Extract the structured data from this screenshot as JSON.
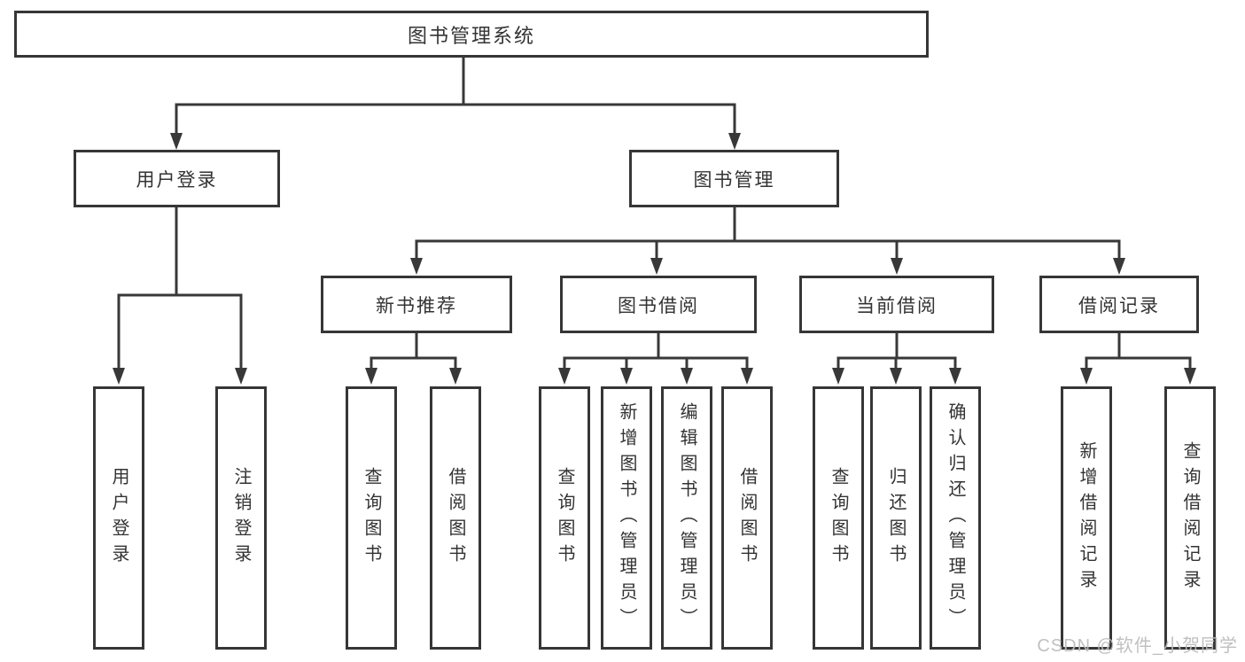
{
  "nodes": {
    "root": "图书管理系统",
    "user_login": "用户登录",
    "book_management": "图书管理",
    "new_book_recommend": "新书推荐",
    "book_borrow": "图书借阅",
    "current_borrow": "当前借阅",
    "borrow_records": "借阅记录",
    "leaves": [
      "用户登录",
      "注销登录",
      "查询图书",
      "借阅图书",
      "查询图书",
      "新增图书（管理员）",
      "编辑图书（管理员）",
      "借阅图书",
      "查询图书",
      "归还图书",
      "确认归还（管理员）",
      "新增借阅记录",
      "查询借阅记录"
    ]
  },
  "watermark": "CSDN @软件_小贺同学",
  "colors": {
    "line": "#383838",
    "border": "#363636",
    "text": "#333333",
    "watermark": "#bdbdbd",
    "background": "#ffffff"
  }
}
